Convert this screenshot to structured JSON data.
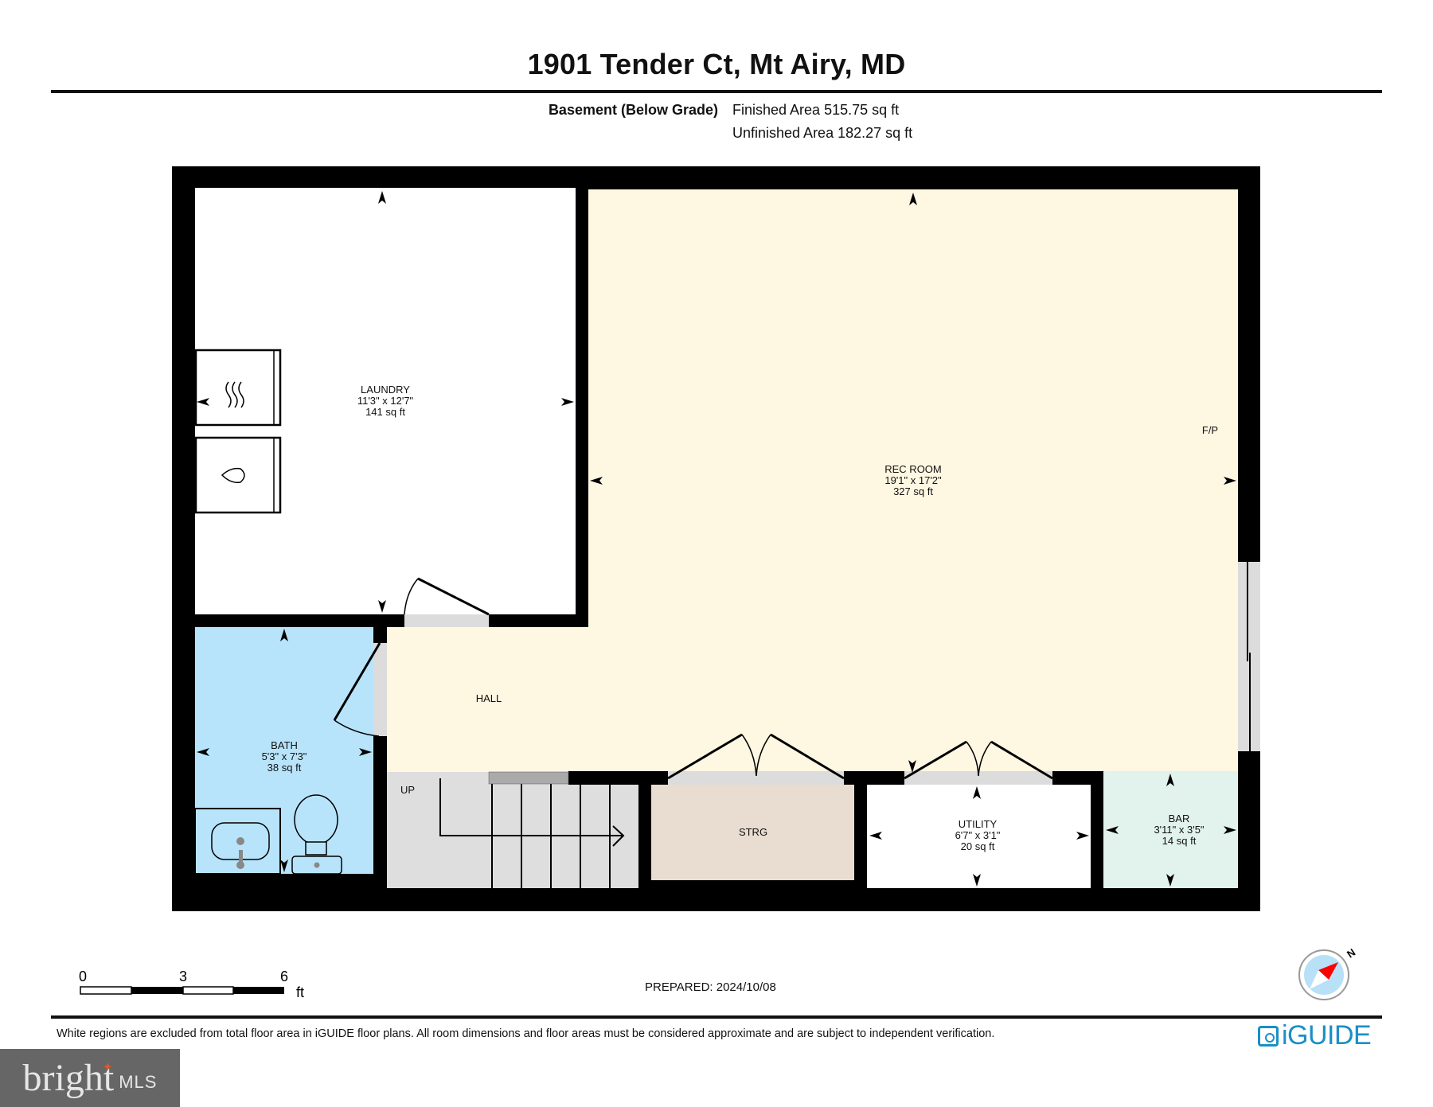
{
  "header": {
    "title": "1901 Tender Ct, Mt Airy, MD",
    "level": "Basement (Below Grade)",
    "finished_area": "Finished Area 515.75 sq ft",
    "unfinished_area": "Unfinished Area 182.27 sq ft"
  },
  "rooms": {
    "laundry": {
      "name": "LAUNDRY",
      "dims": "11'3\" x 12'7\"",
      "area": "141 sq ft",
      "color": "#ffffff"
    },
    "rec_room": {
      "name": "REC ROOM",
      "dims": "19'1\" x 17'2\"",
      "area": "327 sq ft",
      "color": "#fef7e2"
    },
    "bath": {
      "name": "BATH",
      "dims": "5'3\" x 7'3\"",
      "area": "38 sq ft",
      "color": "#b8e4fb"
    },
    "hall": {
      "name": "HALL",
      "color": "#fef7e2"
    },
    "stairs": {
      "name": "UP",
      "color": "#dedede"
    },
    "storage": {
      "name": "STRG",
      "color": "#e8ddd0"
    },
    "utility": {
      "name": "UTILITY",
      "dims": "6'7\" x 3'1\"",
      "area": "20 sq ft",
      "color": "#ffffff"
    },
    "bar": {
      "name": "BAR",
      "dims": "3'11\" x 3'5\"",
      "area": "14 sq ft",
      "color": "#e2f2ec"
    },
    "fireplace_label": "F/P"
  },
  "scale_bar": {
    "ticks": [
      "0",
      "3",
      "6"
    ],
    "unit": "ft"
  },
  "compass": {
    "north_label": "N"
  },
  "footer": {
    "prepared": "PREPARED: 2024/10/08",
    "disclaimer": "White regions are excluded from total floor area in iGUIDE floor plans. All room dimensions and floor areas must be considered approximate and are subject to independent verification.",
    "brand": "iGUIDE",
    "watermark_word": "bright",
    "watermark_suffix": "MLS"
  },
  "colors": {
    "wall": "#000000",
    "door_gap": "#dcdcdc",
    "brand_blue": "#1a8fc6",
    "compass_red": "#ff0000",
    "compass_fill": "#b8e0f7"
  }
}
